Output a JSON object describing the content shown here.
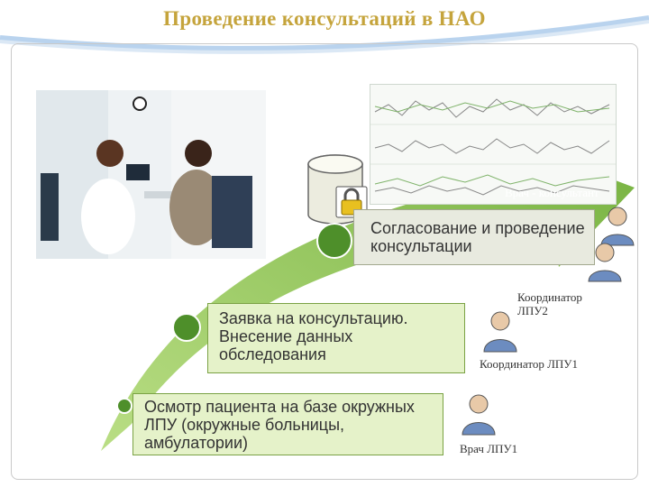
{
  "title": "Проведение консультаций в НАО",
  "steps": [
    {
      "text": "Осмотр пациента на базе окружных ЛПУ (окружные больницы, амбулатории)"
    },
    {
      "text": "Заявка на консультацию. Внесение данных обследования"
    },
    {
      "text": "Согласование и проведение консультации"
    }
  ],
  "roles": {
    "doctor_consultant": "Врач - консультант",
    "coordinator_lpu2": "Координатор ЛПУ2",
    "coordinator_lpu1": "Координатор ЛПУ1",
    "doctor_lpu1": "Врач ЛПУ1"
  },
  "icons": {
    "server": "database-icon",
    "lock": "padlock-icon",
    "user": "user-icon",
    "monitor": "ecg-monitor-icon",
    "photo": "consultation-photo"
  },
  "colors": {
    "title": "#c5a43c",
    "arrow": "#8cc152",
    "arrow_dark": "#4e8f2a",
    "box_fill": "#e5f2c9",
    "user_icon": "#6c8cc0"
  }
}
